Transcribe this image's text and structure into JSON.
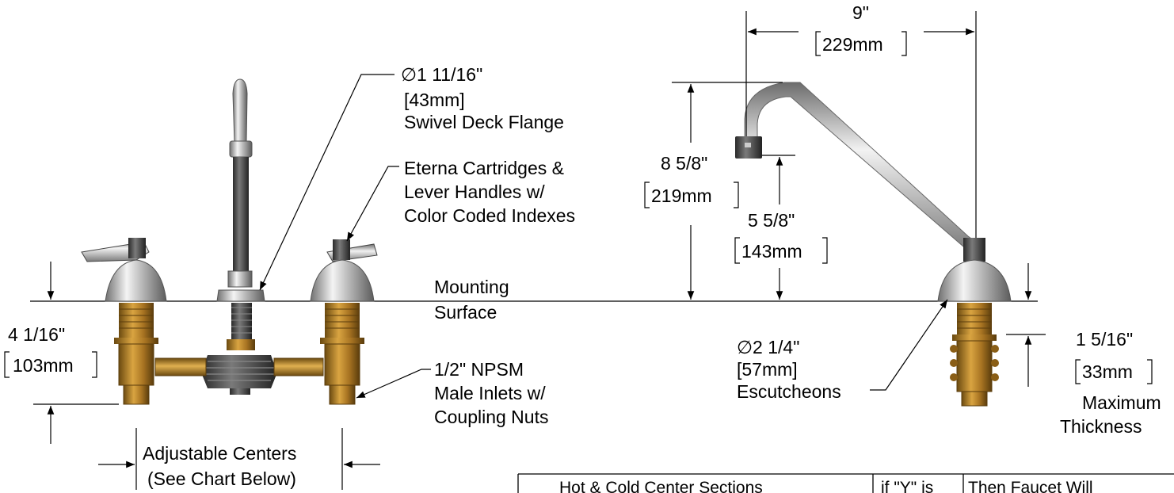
{
  "callouts": {
    "flange": {
      "dia": "∅1 11/16\"",
      "mm": "[43mm]",
      "name": "Swivel Deck Flange"
    },
    "cartridges": {
      "line1": "Eterna Cartridges &",
      "line2": "Lever Handles w/",
      "line3": "Color Coded Indexes"
    },
    "inlets": {
      "line1": "1/2\" NPSM",
      "line2": "Male Inlets w/",
      "line3": "Coupling Nuts"
    },
    "escutcheons": {
      "dia": "∅2 1/4\"",
      "mm": "[57mm]",
      "name": "Escutcheons"
    },
    "mounting": {
      "line1": "Mounting",
      "line2": "Surface"
    },
    "centers": {
      "line1": "Adjustable Centers",
      "line2": "(See Chart Below)"
    }
  },
  "dimensions": {
    "height_below": {
      "in": "4 1/16\"",
      "mm": "103mm"
    },
    "spout_reach": {
      "in": "9\"",
      "mm": "229mm"
    },
    "spout_height": {
      "in": "8 5/8\"",
      "mm": "219mm"
    },
    "spout_clearance": {
      "in": "5 5/8\"",
      "mm": "143mm"
    },
    "max_thickness": {
      "in": "1 5/16\"",
      "mm": "33mm",
      "label1": "Maximum",
      "label2": "Thickness"
    }
  },
  "chart": {
    "col1": "Hot & Cold Center Sections",
    "col2": "if \"Y\" is",
    "col3": "Then Faucet Will"
  },
  "colors": {
    "chrome": "#c8c8c8",
    "brass": "#b8860b",
    "line": "#000000"
  }
}
